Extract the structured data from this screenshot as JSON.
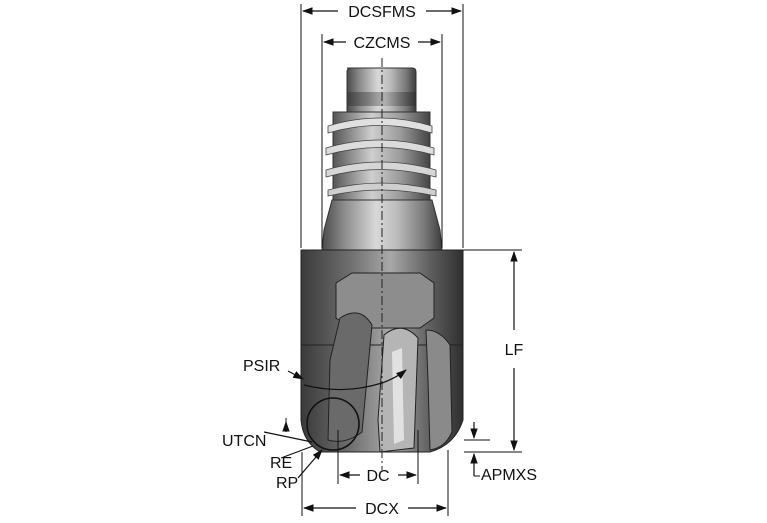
{
  "diagram": {
    "labels": {
      "dcsfms": "DCSFMS",
      "czcms": "CZCMS",
      "lf": "LF",
      "psir": "PSIR",
      "utcn": "UTCN",
      "re": "RE",
      "rp": "RP",
      "dc": "DC",
      "dcx": "DCX",
      "apmxs": "APMXS"
    }
  }
}
